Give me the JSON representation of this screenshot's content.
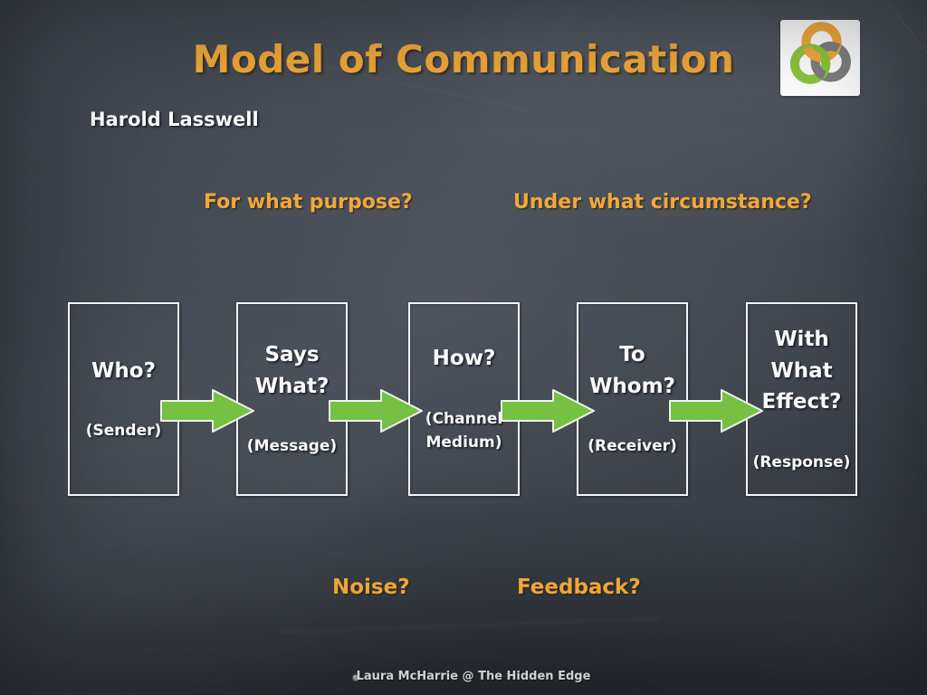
{
  "slide": {
    "title": "Model of Communication",
    "presenter": "Harold Lasswell",
    "top_questions": [
      {
        "label": "For what purpose?"
      },
      {
        "label": "Under what circumstance?"
      }
    ],
    "flow_boxes": [
      {
        "question": "Who?",
        "role": "(Sender)"
      },
      {
        "question": "Says What?",
        "role": "(Message)"
      },
      {
        "question": "How?",
        "role": "(Channel Medium)"
      },
      {
        "question": "To Whom?",
        "role": "(Receiver)"
      },
      {
        "question": "With What Effect?",
        "role": "(Response)"
      }
    ],
    "bottom_questions": [
      {
        "label": "Noise?"
      },
      {
        "label": "Feedback?"
      }
    ],
    "footer": {
      "credit": "Laura McHarrie @ The Hidden Edge"
    },
    "colors": {
      "chalkboard": "#454B55",
      "accent_orange": "#F0A83A",
      "arrow_green": "#76C043",
      "logo_orange": "#F2A93C",
      "logo_gray": "#7F7F7F",
      "logo_green": "#8CC63F",
      "text_white": "#FAFAFA"
    },
    "icons": {
      "logo": "trefoil-knot-logo",
      "footer_icon": "mini-knot-icon"
    }
  }
}
